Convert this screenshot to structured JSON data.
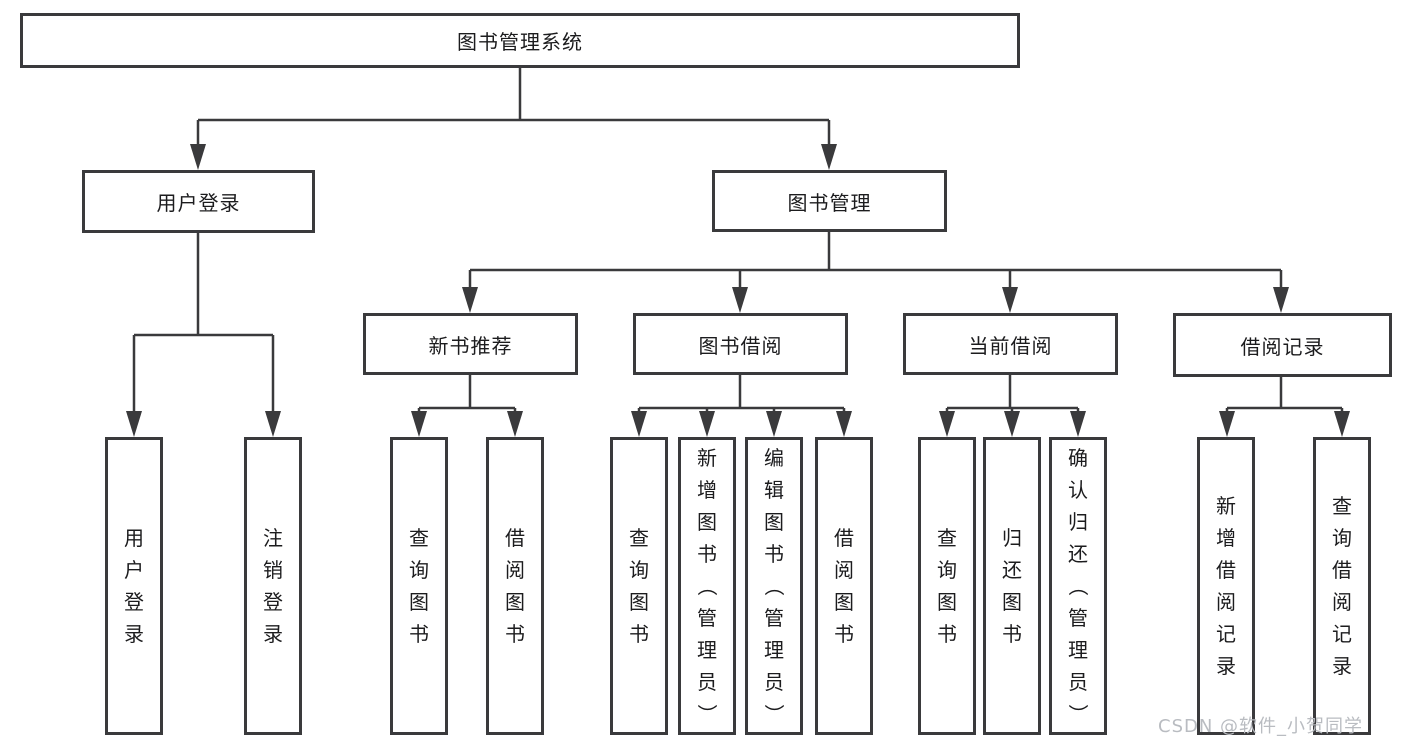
{
  "diagram": {
    "root": {
      "label": "图书管理系统"
    },
    "level2": {
      "user_login": {
        "label": "用户登录"
      },
      "book_management": {
        "label": "图书管理"
      }
    },
    "level3": {
      "new_book_recommend": {
        "label": "新书推荐"
      },
      "book_borrowing": {
        "label": "图书借阅"
      },
      "current_borrowing": {
        "label": "当前借阅"
      },
      "borrowing_records": {
        "label": "借阅记录"
      }
    },
    "leaves": {
      "user_login": {
        "label": "用户登录"
      },
      "logout": {
        "label": "注销登录"
      },
      "newbook_query_books": {
        "label": "查询图书"
      },
      "newbook_borrow_books": {
        "label": "借阅图书"
      },
      "borrow_query_books": {
        "label": "查询图书"
      },
      "borrow_add_books_admin": {
        "label": "新增图书（管理员）"
      },
      "borrow_edit_books_admin": {
        "label": "编辑图书（管理员）"
      },
      "borrow_borrow_books": {
        "label": "借阅图书"
      },
      "current_query_books": {
        "label": "查询图书"
      },
      "current_return_books": {
        "label": "归还图书"
      },
      "current_confirm_return_admin": {
        "label": "确认归还（管理员）"
      },
      "records_add_record": {
        "label": "新增借阅记录"
      },
      "records_query_record": {
        "label": "查询借阅记录"
      }
    }
  },
  "watermark": {
    "text": "CSDN @软件_小贺同学"
  },
  "colors": {
    "line": "#3a3a3c",
    "text": "#1c1c1e",
    "box_background": "#ffffff",
    "watermark": "#b9bcc1",
    "background": "#ffffff"
  }
}
